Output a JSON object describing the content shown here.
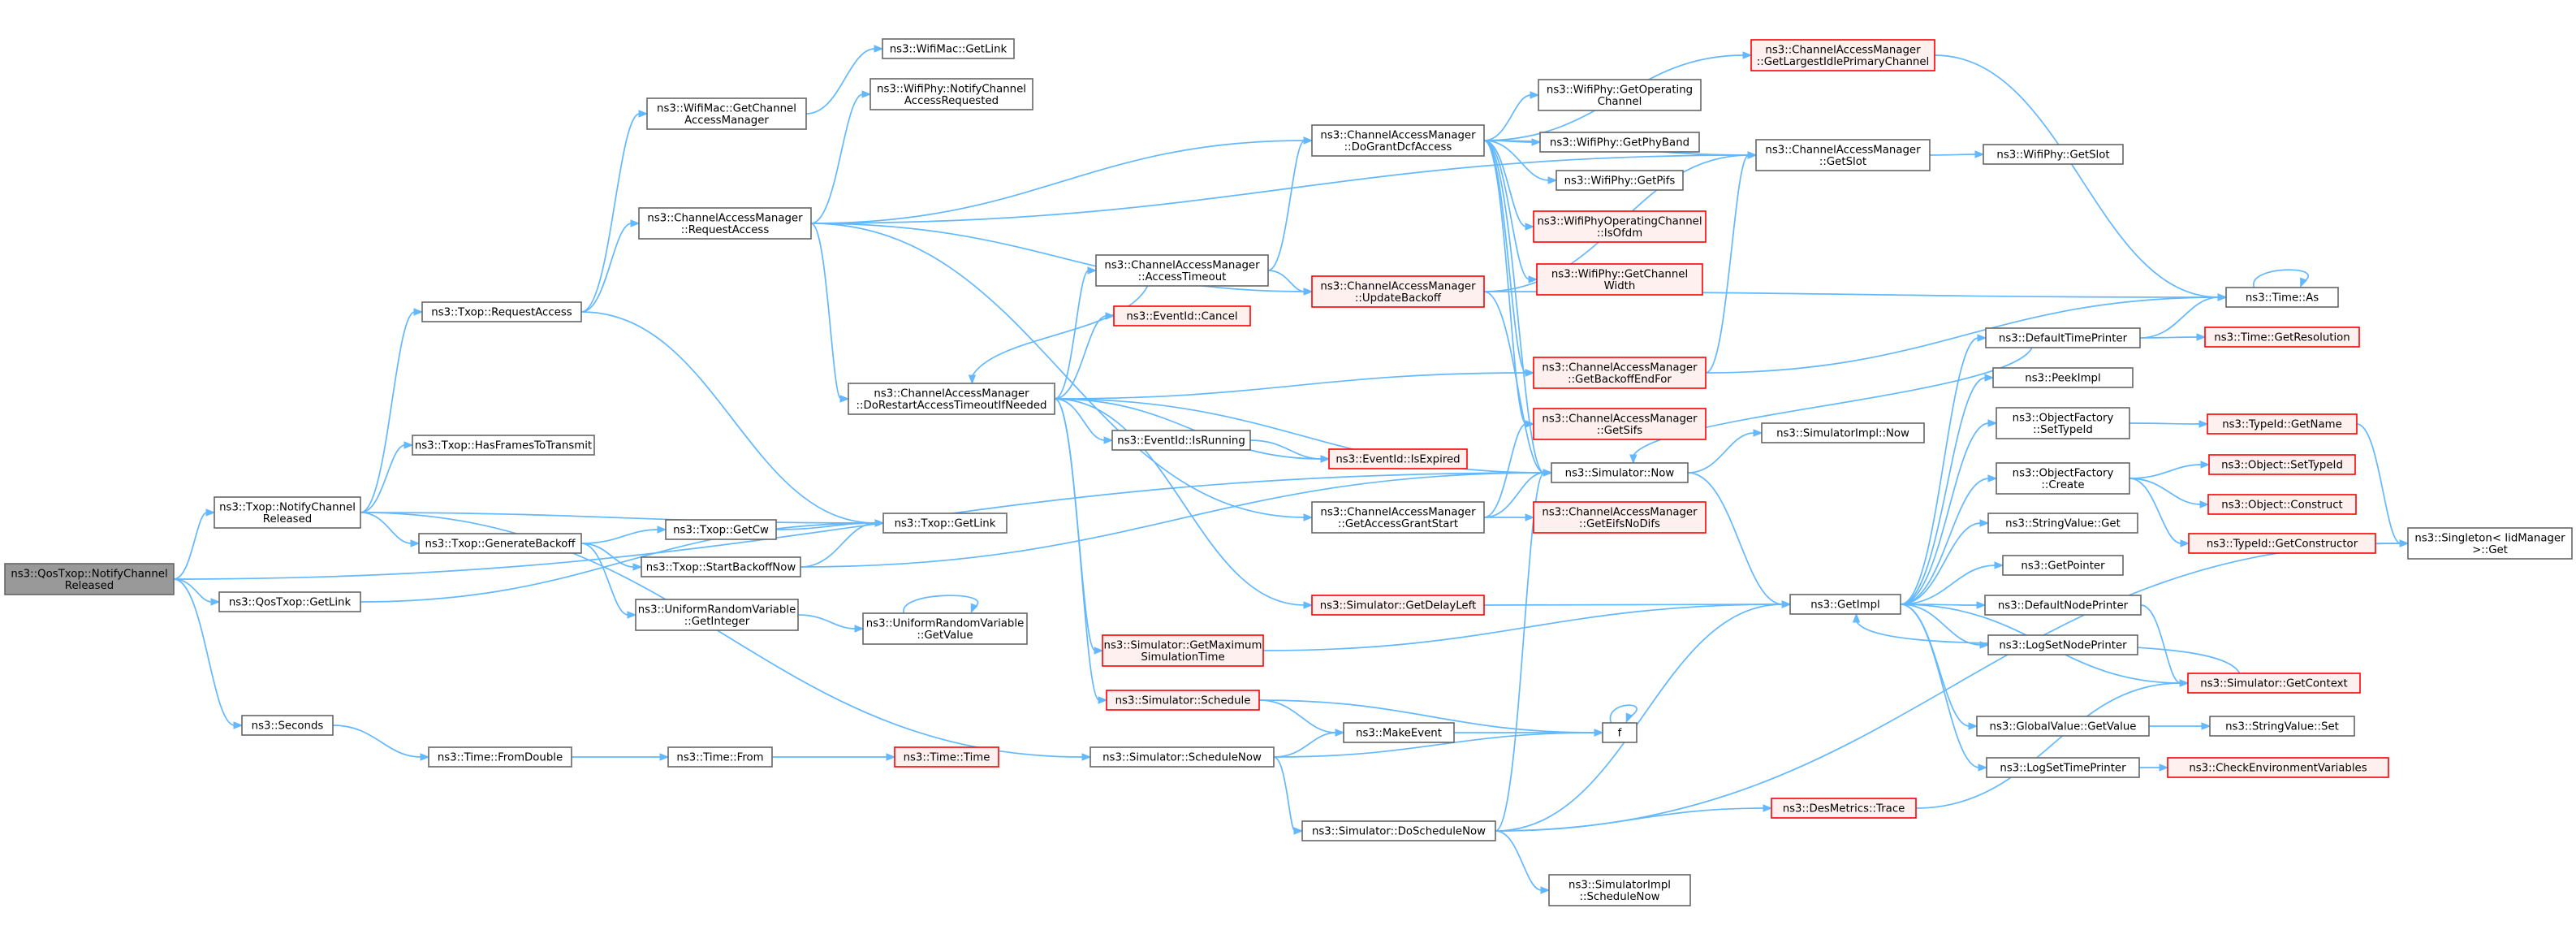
{
  "colors": {
    "root_fill": "#999999",
    "root_text": "#000000",
    "normal_fill": "#ffffff",
    "normal_border": "#666666",
    "normal_text": "#000000",
    "truncated_fill": "#fff0f0",
    "truncated_border": "#ff0000",
    "truncated_text": "#ff0000",
    "edge": "#63b8ff"
  },
  "nodes": [
    {
      "id": "root",
      "lines": [
        "ns3::QosTxop::NotifyChannel",
        "Released"
      ],
      "style": "root"
    },
    {
      "id": "txop_notify",
      "lines": [
        "ns3::Txop::NotifyChannel",
        "Released"
      ],
      "style": "normal"
    },
    {
      "id": "qostxop_getlink",
      "lines": [
        "ns3::QosTxop::GetLink"
      ],
      "style": "normal"
    },
    {
      "id": "seconds",
      "lines": [
        "ns3::Seconds"
      ],
      "style": "normal"
    },
    {
      "id": "txop_requestaccess",
      "lines": [
        "ns3::Txop::RequestAccess"
      ],
      "style": "normal"
    },
    {
      "id": "txop_hasframes",
      "lines": [
        "ns3::Txop::HasFramesToTransmit"
      ],
      "style": "normal"
    },
    {
      "id": "txop_genbackoff",
      "lines": [
        "ns3::Txop::GenerateBackoff"
      ],
      "style": "normal"
    },
    {
      "id": "uniform_getinteger",
      "lines": [
        "ns3::UniformRandomVariable",
        "::GetInteger"
      ],
      "style": "normal"
    },
    {
      "id": "time_fromdouble",
      "lines": [
        "ns3::Time::FromDouble"
      ],
      "style": "normal"
    },
    {
      "id": "wifimac_getcam",
      "lines": [
        "ns3::WifiMac::GetChannel",
        "AccessManager"
      ],
      "style": "normal"
    },
    {
      "id": "cam_requestaccess",
      "lines": [
        "ns3::ChannelAccessManager",
        "::RequestAccess"
      ],
      "style": "normal"
    },
    {
      "id": "txop_getcw",
      "lines": [
        "ns3::Txop::GetCw"
      ],
      "style": "normal"
    },
    {
      "id": "txop_startbackoffnow",
      "lines": [
        "ns3::Txop::StartBackoffNow"
      ],
      "style": "normal"
    },
    {
      "id": "time_from",
      "lines": [
        "ns3::Time::From"
      ],
      "style": "normal"
    },
    {
      "id": "wifimac_getlink",
      "lines": [
        "ns3::WifiMac::GetLink"
      ],
      "style": "normal"
    },
    {
      "id": "wifiphy_notifycar",
      "lines": [
        "ns3::WifiPhy::NotifyChannel",
        "AccessRequested"
      ],
      "style": "normal"
    },
    {
      "id": "cam_dorestart",
      "lines": [
        "ns3::ChannelAccessManager",
        "::DoRestartAccessTimeoutIfNeeded"
      ],
      "style": "normal"
    },
    {
      "id": "txop_getlink",
      "lines": [
        "ns3::Txop::GetLink"
      ],
      "style": "normal"
    },
    {
      "id": "uniform_getvalue",
      "lines": [
        "ns3::UniformRandomVariable",
        "::GetValue"
      ],
      "style": "normal"
    },
    {
      "id": "time_time",
      "lines": [
        "ns3::Time::Time"
      ],
      "style": "truncated"
    },
    {
      "id": "cam_accesstimeout",
      "lines": [
        "ns3::ChannelAccessManager",
        "::AccessTimeout"
      ],
      "style": "normal"
    },
    {
      "id": "eventid_cancel",
      "lines": [
        "ns3::EventId::Cancel"
      ],
      "style": "truncated"
    },
    {
      "id": "eventid_isrunning",
      "lines": [
        "ns3::EventId::IsRunning"
      ],
      "style": "normal"
    },
    {
      "id": "sim_getmaxtime",
      "lines": [
        "ns3::Simulator::GetMaximum",
        "SimulationTime"
      ],
      "style": "truncated"
    },
    {
      "id": "sim_schedule",
      "lines": [
        "ns3::Simulator::Schedule"
      ],
      "style": "truncated"
    },
    {
      "id": "sim_schedulenow",
      "lines": [
        "ns3::Simulator::ScheduleNow"
      ],
      "style": "normal"
    },
    {
      "id": "cam_dogrant",
      "lines": [
        "ns3::ChannelAccessManager",
        "::DoGrantDcfAccess"
      ],
      "style": "normal"
    },
    {
      "id": "cam_updatebackoff",
      "lines": [
        "ns3::ChannelAccessManager",
        "::UpdateBackoff"
      ],
      "style": "truncated"
    },
    {
      "id": "eventid_isexpired",
      "lines": [
        "ns3::EventId::IsExpired"
      ],
      "style": "truncated"
    },
    {
      "id": "cam_getaccessgrantstart",
      "lines": [
        "ns3::ChannelAccessManager",
        "::GetAccessGrantStart"
      ],
      "style": "normal"
    },
    {
      "id": "sim_getdelayleft",
      "lines": [
        "ns3::Simulator::GetDelayLeft"
      ],
      "style": "truncated"
    },
    {
      "id": "makeevent",
      "lines": [
        "ns3::MakeEvent"
      ],
      "style": "normal"
    },
    {
      "id": "sim_doschedulenow",
      "lines": [
        "ns3::Simulator::DoScheduleNow"
      ],
      "style": "normal"
    },
    {
      "id": "wifiphy_getopchan",
      "lines": [
        "ns3::WifiPhy::GetOperating",
        "Channel"
      ],
      "style": "normal"
    },
    {
      "id": "wifiphy_getphyband",
      "lines": [
        "ns3::WifiPhy::GetPhyBand"
      ],
      "style": "normal"
    },
    {
      "id": "wifiphy_getpifs",
      "lines": [
        "ns3::WifiPhy::GetPifs"
      ],
      "style": "normal"
    },
    {
      "id": "wifiphyop_isofdm",
      "lines": [
        "ns3::WifiPhyOperatingChannel",
        "::IsOfdm"
      ],
      "style": "truncated"
    },
    {
      "id": "wifiphy_getchanwidth",
      "lines": [
        "ns3::WifiPhy::GetChannel",
        "Width"
      ],
      "style": "truncated"
    },
    {
      "id": "cam_getbackoffendfor",
      "lines": [
        "ns3::ChannelAccessManager",
        "::GetBackoffEndFor"
      ],
      "style": "truncated"
    },
    {
      "id": "cam_getsifs",
      "lines": [
        "ns3::ChannelAccessManager",
        "::GetSifs"
      ],
      "style": "truncated"
    },
    {
      "id": "sim_now",
      "lines": [
        "ns3::Simulator::Now"
      ],
      "style": "normal"
    },
    {
      "id": "cam_geteifsnodifs",
      "lines": [
        "ns3::ChannelAccessManager",
        "::GetEifsNoDifs"
      ],
      "style": "truncated"
    },
    {
      "id": "f",
      "lines": [
        "f"
      ],
      "style": "normal"
    },
    {
      "id": "desmetrics_trace",
      "lines": [
        "ns3::DesMetrics::Trace"
      ],
      "style": "truncated"
    },
    {
      "id": "simimpl_schedulenow",
      "lines": [
        "ns3::SimulatorImpl",
        "::ScheduleNow"
      ],
      "style": "normal"
    },
    {
      "id": "cam_getlargestidle",
      "lines": [
        "ns3::ChannelAccessManager",
        "::GetLargestIdlePrimaryChannel"
      ],
      "style": "truncated"
    },
    {
      "id": "cam_getslot",
      "lines": [
        "ns3::ChannelAccessManager",
        "::GetSlot"
      ],
      "style": "normal"
    },
    {
      "id": "simimpl_now",
      "lines": [
        "ns3::SimulatorImpl::Now"
      ],
      "style": "normal"
    },
    {
      "id": "getimpl",
      "lines": [
        "ns3::GetImpl"
      ],
      "style": "normal"
    },
    {
      "id": "wifiphy_getslot",
      "lines": [
        "ns3::WifiPhy::GetSlot"
      ],
      "style": "normal"
    },
    {
      "id": "defaulttimeprinter",
      "lines": [
        "ns3::DefaultTimePrinter"
      ],
      "style": "normal"
    },
    {
      "id": "peekimpl",
      "lines": [
        "ns3::PeekImpl"
      ],
      "style": "normal"
    },
    {
      "id": "objfactory_settypeid",
      "lines": [
        "ns3::ObjectFactory",
        "::SetTypeId"
      ],
      "style": "normal"
    },
    {
      "id": "objfactory_create",
      "lines": [
        "ns3::ObjectFactory",
        "::Create"
      ],
      "style": "normal"
    },
    {
      "id": "stringvalue_get",
      "lines": [
        "ns3::StringValue::Get"
      ],
      "style": "normal"
    },
    {
      "id": "getpointer",
      "lines": [
        "ns3::GetPointer"
      ],
      "style": "normal"
    },
    {
      "id": "defaultnodeprinter",
      "lines": [
        "ns3::DefaultNodePrinter"
      ],
      "style": "normal"
    },
    {
      "id": "logsetnodeprinter",
      "lines": [
        "ns3::LogSetNodePrinter"
      ],
      "style": "normal"
    },
    {
      "id": "globalvalue_getvalue",
      "lines": [
        "ns3::GlobalValue::GetValue"
      ],
      "style": "normal"
    },
    {
      "id": "logsettimeprinter",
      "lines": [
        "ns3::LogSetTimePrinter"
      ],
      "style": "normal"
    },
    {
      "id": "time_as",
      "lines": [
        "ns3::Time::As"
      ],
      "style": "normal"
    },
    {
      "id": "time_getresolution",
      "lines": [
        "ns3::Time::GetResolution"
      ],
      "style": "truncated"
    },
    {
      "id": "typeid_getname",
      "lines": [
        "ns3::TypeId::GetName"
      ],
      "style": "truncated"
    },
    {
      "id": "object_settypeid",
      "lines": [
        "ns3::Object::SetTypeId"
      ],
      "style": "truncated"
    },
    {
      "id": "object_construct",
      "lines": [
        "ns3::Object::Construct"
      ],
      "style": "truncated"
    },
    {
      "id": "typeid_getconstructor",
      "lines": [
        "ns3::TypeId::GetConstructor"
      ],
      "style": "truncated"
    },
    {
      "id": "sim_getcontext",
      "lines": [
        "ns3::Simulator::GetContext"
      ],
      "style": "truncated"
    },
    {
      "id": "stringvalue_set",
      "lines": [
        "ns3::StringValue::Set"
      ],
      "style": "normal"
    },
    {
      "id": "checkenvvars",
      "lines": [
        "ns3::CheckEnvironmentVariables"
      ],
      "style": "truncated"
    },
    {
      "id": "singleton_get",
      "lines": [
        "ns3::Singleton< IidManager",
        ">::Get"
      ],
      "style": "normal"
    }
  ],
  "edges": [
    [
      "root",
      "txop_notify"
    ],
    [
      "root",
      "qostxop_getlink"
    ],
    [
      "root",
      "seconds"
    ],
    [
      "root",
      "sim_now"
    ],
    [
      "txop_notify",
      "txop_requestaccess"
    ],
    [
      "txop_notify",
      "txop_hasframes"
    ],
    [
      "txop_notify",
      "txop_genbackoff"
    ],
    [
      "txop_notify",
      "txop_getlink"
    ],
    [
      "txop_notify",
      "sim_schedulenow"
    ],
    [
      "qostxop_getlink",
      "txop_getlink"
    ],
    [
      "seconds",
      "time_fromdouble"
    ],
    [
      "time_fromdouble",
      "time_from"
    ],
    [
      "time_from",
      "time_time"
    ],
    [
      "txop_requestaccess",
      "wifimac_getcam"
    ],
    [
      "txop_requestaccess",
      "cam_requestaccess"
    ],
    [
      "txop_requestaccess",
      "txop_getlink"
    ],
    [
      "wifimac_getcam",
      "wifimac_getlink"
    ],
    [
      "cam_requestaccess",
      "wifiphy_notifycar"
    ],
    [
      "cam_requestaccess",
      "cam_dogrant"
    ],
    [
      "cam_requestaccess",
      "cam_dorestart"
    ],
    [
      "cam_requestaccess",
      "cam_getaccessgrantstart"
    ],
    [
      "cam_requestaccess",
      "cam_updatebackoff"
    ],
    [
      "cam_requestaccess",
      "cam_getslot"
    ],
    [
      "txop_genbackoff",
      "txop_getcw"
    ],
    [
      "txop_genbackoff",
      "txop_startbackoffnow"
    ],
    [
      "txop_genbackoff",
      "uniform_getinteger"
    ],
    [
      "txop_getcw",
      "txop_getlink"
    ],
    [
      "txop_startbackoffnow",
      "txop_getlink"
    ],
    [
      "txop_startbackoffnow",
      "sim_now"
    ],
    [
      "uniform_getinteger",
      "uniform_getvalue"
    ],
    [
      "uniform_getvalue",
      "uniform_getvalue"
    ],
    [
      "cam_dorestart",
      "cam_accesstimeout"
    ],
    [
      "cam_dorestart",
      "eventid_cancel"
    ],
    [
      "cam_dorestart",
      "eventid_isrunning"
    ],
    [
      "cam_dorestart",
      "eventid_isexpired"
    ],
    [
      "cam_dorestart",
      "cam_getbackoffendfor"
    ],
    [
      "cam_dorestart",
      "sim_now"
    ],
    [
      "cam_dorestart",
      "sim_getdelayleft"
    ],
    [
      "cam_dorestart",
      "sim_getmaxtime"
    ],
    [
      "cam_dorestart",
      "sim_schedule"
    ],
    [
      "cam_accesstimeout",
      "cam_dogrant"
    ],
    [
      "cam_accesstimeout",
      "cam_updatebackoff"
    ],
    [
      "cam_accesstimeout",
      "cam_dorestart"
    ],
    [
      "eventid_isrunning",
      "eventid_isexpired"
    ],
    [
      "cam_dogrant",
      "cam_getlargestidle"
    ],
    [
      "cam_dogrant",
      "wifiphy_getopchan"
    ],
    [
      "cam_dogrant",
      "wifiphy_getphyband"
    ],
    [
      "cam_dogrant",
      "wifiphy_getpifs"
    ],
    [
      "cam_dogrant",
      "wifiphyop_isofdm"
    ],
    [
      "cam_dogrant",
      "wifiphy_getchanwidth"
    ],
    [
      "cam_dogrant",
      "cam_getbackoffendfor"
    ],
    [
      "cam_dogrant",
      "cam_getsifs"
    ],
    [
      "cam_dogrant",
      "sim_now"
    ],
    [
      "cam_dogrant",
      "cam_getslot"
    ],
    [
      "cam_updatebackoff",
      "cam_getslot"
    ],
    [
      "cam_updatebackoff",
      "sim_now"
    ],
    [
      "cam_updatebackoff",
      "time_as"
    ],
    [
      "cam_getbackoffendfor",
      "cam_getslot"
    ],
    [
      "cam_getbackoffendfor",
      "time_as"
    ],
    [
      "cam_getaccessgrantstart",
      "cam_getsifs"
    ],
    [
      "cam_getaccessgrantstart",
      "sim_now"
    ],
    [
      "cam_getaccessgrantstart",
      "cam_geteifsnodifs"
    ],
    [
      "sim_getdelayleft",
      "getimpl"
    ],
    [
      "sim_getmaxtime",
      "getimpl"
    ],
    [
      "sim_schedule",
      "makeevent"
    ],
    [
      "sim_schedule",
      "f"
    ],
    [
      "sim_schedulenow",
      "makeevent"
    ],
    [
      "sim_schedulenow",
      "f"
    ],
    [
      "sim_schedulenow",
      "sim_doschedulenow"
    ],
    [
      "makeevent",
      "f"
    ],
    [
      "f",
      "f"
    ],
    [
      "sim_doschedulenow",
      "sim_now"
    ],
    [
      "sim_doschedulenow",
      "getimpl"
    ],
    [
      "sim_doschedulenow",
      "desmetrics_trace"
    ],
    [
      "sim_doschedulenow",
      "simimpl_schedulenow"
    ],
    [
      "sim_doschedulenow",
      "singleton_get"
    ],
    [
      "cam_getlargestidle",
      "time_as"
    ],
    [
      "cam_getslot",
      "wifiphy_getslot"
    ],
    [
      "sim_now",
      "simimpl_now"
    ],
    [
      "sim_now",
      "getimpl"
    ],
    [
      "getimpl",
      "defaulttimeprinter"
    ],
    [
      "getimpl",
      "peekimpl"
    ],
    [
      "getimpl",
      "objfactory_settypeid"
    ],
    [
      "getimpl",
      "objfactory_create"
    ],
    [
      "getimpl",
      "stringvalue_get"
    ],
    [
      "getimpl",
      "getpointer"
    ],
    [
      "getimpl",
      "defaultnodeprinter"
    ],
    [
      "getimpl",
      "logsetnodeprinter"
    ],
    [
      "getimpl",
      "globalvalue_getvalue"
    ],
    [
      "getimpl",
      "logsettimeprinter"
    ],
    [
      "getimpl",
      "sim_getcontext"
    ],
    [
      "defaulttimeprinter",
      "time_as"
    ],
    [
      "defaulttimeprinter",
      "time_getresolution"
    ],
    [
      "defaulttimeprinter",
      "sim_now"
    ],
    [
      "objfactory_settypeid",
      "typeid_getname"
    ],
    [
      "objfactory_create",
      "object_settypeid"
    ],
    [
      "objfactory_create",
      "object_construct"
    ],
    [
      "objfactory_create",
      "typeid_getconstructor"
    ],
    [
      "typeid_getname",
      "singleton_get"
    ],
    [
      "typeid_getconstructor",
      "singleton_get"
    ],
    [
      "defaultnodeprinter",
      "sim_getcontext"
    ],
    [
      "sim_getcontext",
      "getimpl"
    ],
    [
      "globalvalue_getvalue",
      "stringvalue_set"
    ],
    [
      "logsettimeprinter",
      "checkenvvars"
    ],
    [
      "desmetrics_trace",
      "sim_getcontext"
    ],
    [
      "time_as",
      "time_as"
    ]
  ]
}
